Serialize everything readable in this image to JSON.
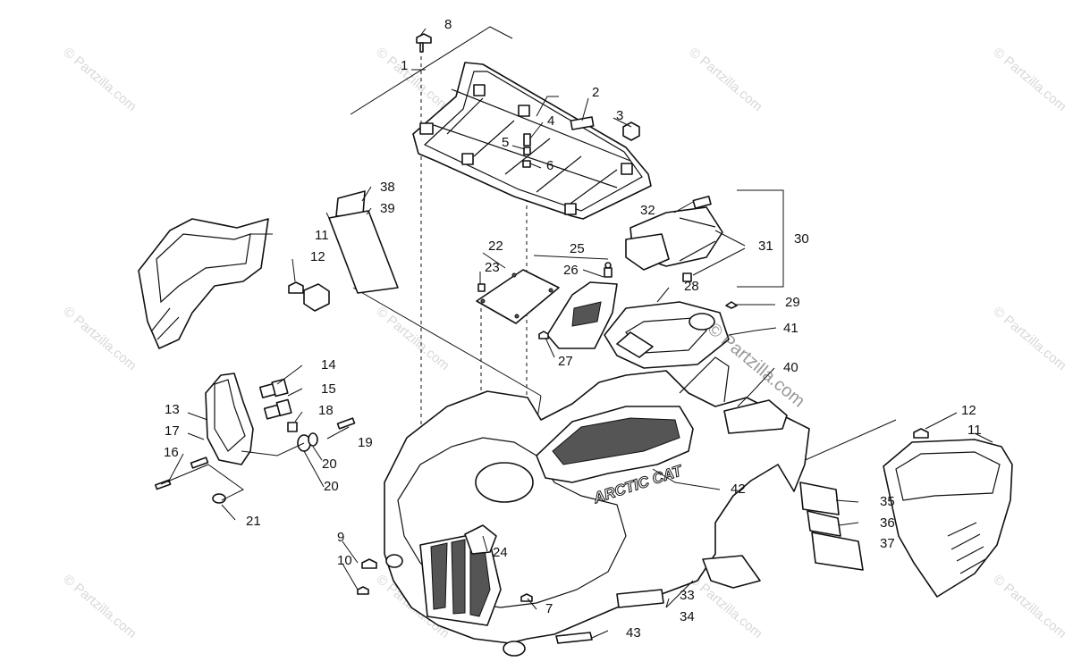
{
  "watermark": "© Partzilla.com",
  "overlay_watermark": "© Partzilla.com",
  "brand_text": "ARCTIC CAT",
  "callouts": [
    "1",
    "2",
    "3",
    "4",
    "5",
    "6",
    "7",
    "8",
    "9",
    "10",
    "11",
    "11",
    "12",
    "12",
    "13",
    "14",
    "15",
    "16",
    "17",
    "18",
    "19",
    "20",
    "20",
    "21",
    "22",
    "23",
    "24",
    "25",
    "26",
    "27",
    "28",
    "29",
    "30",
    "31",
    "32",
    "33",
    "34",
    "35",
    "36",
    "37",
    "38",
    "39",
    "40",
    "41",
    "42",
    "43"
  ]
}
